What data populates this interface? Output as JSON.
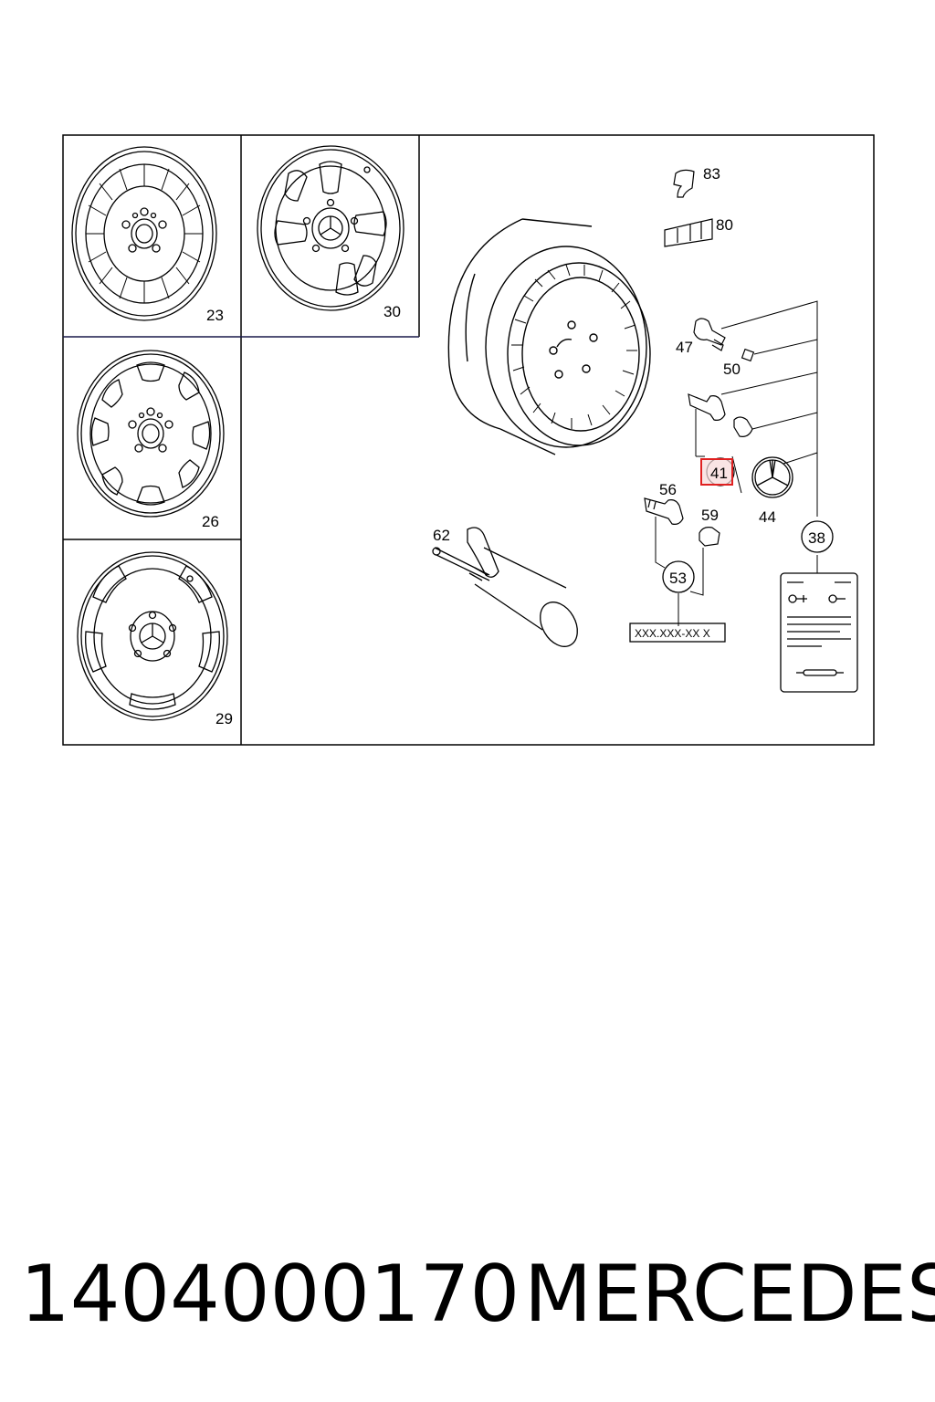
{
  "panels": {
    "wheel_23": "23",
    "wheel_30": "30",
    "wheel_26": "26",
    "wheel_29": "29"
  },
  "callouts": {
    "c83": "83",
    "c80": "80",
    "c47": "47",
    "c50": "50",
    "c41": "41",
    "c44": "44",
    "c38": "38",
    "c56": "56",
    "c59": "59",
    "c53": "53",
    "c62": "62"
  },
  "label_box": "XXX.XXX-XX X",
  "footer": {
    "part_number": "1404000170",
    "brand": "MERCEDES"
  },
  "colors": {
    "line": "#000000",
    "panel_border": "#1a1a4a",
    "highlight": "#e02020",
    "highlight_fill": "#f6d8d8"
  }
}
